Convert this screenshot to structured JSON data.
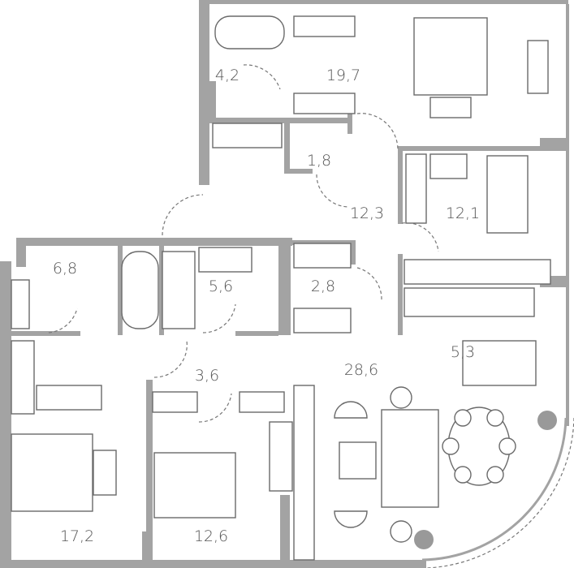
{
  "plan": {
    "rooms": [
      {
        "id": "bathroom-1",
        "area": "4,2"
      },
      {
        "id": "master-bedroom",
        "area": "19,7"
      },
      {
        "id": "wc-1",
        "area": "1,8"
      },
      {
        "id": "hall-1",
        "area": "12,3"
      },
      {
        "id": "bedroom-2",
        "area": "12,1"
      },
      {
        "id": "bathroom-2",
        "area": "6,8"
      },
      {
        "id": "bathroom-3",
        "area": "5,6"
      },
      {
        "id": "laundry",
        "area": "2,8"
      },
      {
        "id": "kitchen",
        "area": "5,3"
      },
      {
        "id": "hall-2",
        "area": "3,6"
      },
      {
        "id": "living-dining",
        "area": "28,6"
      },
      {
        "id": "bedroom-3",
        "area": "17,2"
      },
      {
        "id": "bedroom-4",
        "area": "12,6"
      }
    ]
  },
  "colors": {
    "wall": "#a3a3a3",
    "line": "#6a6a6a",
    "text": "#555555"
  }
}
